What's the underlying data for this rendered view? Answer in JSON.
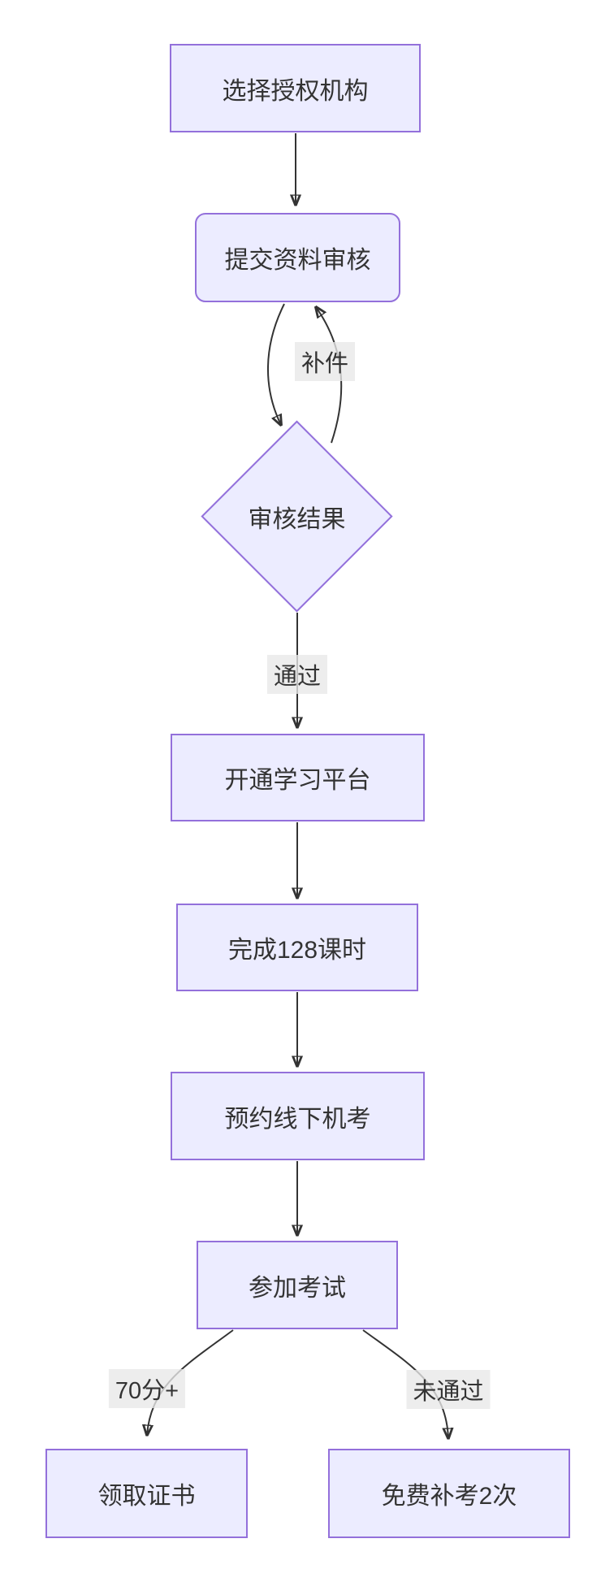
{
  "diagram": {
    "type": "flowchart",
    "direction": "top-down",
    "colors": {
      "background": "#ffffff",
      "node_fill": "#ECECFF",
      "node_border": "#9370DB",
      "edge_stroke": "#333333",
      "text": "#333333",
      "edge_label_bg": "#e8e8e8"
    },
    "nodes": [
      {
        "id": "select-institution",
        "shape": "rect",
        "label": "选择授权机构"
      },
      {
        "id": "submit-review",
        "shape": "rounded",
        "label": "提交资料审核"
      },
      {
        "id": "review-result",
        "shape": "diamond",
        "label": "审核结果"
      },
      {
        "id": "open-platform",
        "shape": "rect",
        "label": "开通学习平台"
      },
      {
        "id": "complete-hours",
        "shape": "rect",
        "label": "完成128课时"
      },
      {
        "id": "book-exam",
        "shape": "rect",
        "label": "预约线下机考"
      },
      {
        "id": "take-exam",
        "shape": "rect",
        "label": "参加考试"
      },
      {
        "id": "get-certificate",
        "shape": "rect",
        "label": "领取证书"
      },
      {
        "id": "free-retake",
        "shape": "rect",
        "label": "免费补考2次"
      }
    ],
    "edges": [
      {
        "from": "select-institution",
        "to": "submit-review",
        "label": ""
      },
      {
        "from": "submit-review",
        "to": "review-result",
        "label": ""
      },
      {
        "from": "review-result",
        "to": "submit-review",
        "label": "补件"
      },
      {
        "from": "review-result",
        "to": "open-platform",
        "label": "通过"
      },
      {
        "from": "open-platform",
        "to": "complete-hours",
        "label": ""
      },
      {
        "from": "complete-hours",
        "to": "book-exam",
        "label": ""
      },
      {
        "from": "book-exam",
        "to": "take-exam",
        "label": ""
      },
      {
        "from": "take-exam",
        "to": "get-certificate",
        "label": "70分+"
      },
      {
        "from": "take-exam",
        "to": "free-retake",
        "label": "未通过"
      }
    ]
  }
}
